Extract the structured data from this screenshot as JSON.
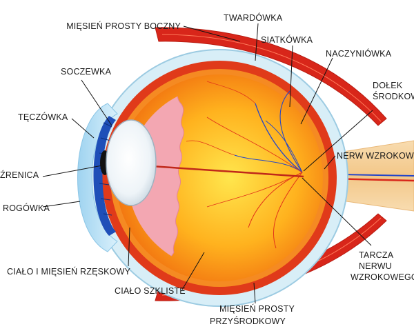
{
  "labels": {
    "lateral_rectus": "MIĘSIEŃ PROSTY BOCZNY",
    "sclera": "TWARDÓWKA",
    "retina": "SIATKÓWKA",
    "choroid": "NACZYNIÓWKA",
    "fovea_line1": "DOŁEK",
    "fovea_line2": "ŚRODKOWY",
    "lens": "SOCZEWKA",
    "iris": "TĘCZÓWKA",
    "pupil": "ŹRENICA",
    "cornea": "ROGÓWKA",
    "optic_nerve": "NERW WZROKOWY",
    "optic_disc_line1": "TARCZA",
    "optic_disc_line2": "NERWU",
    "optic_disc_line3": "WZROKOWEGO",
    "ciliary": "CIAŁO I MIĘSIEŃ RZĘSKOWY",
    "vitreous": "CIAŁO SZKLISTE",
    "medial_rectus_line1": "MIĘSIEŃ PROSTY",
    "medial_rectus_line2": "PRZYŚRODKOWY"
  },
  "colors": {
    "sclera": "#d8eef7",
    "choroid": "#e03a1a",
    "vitreous_center": "#ffe14a",
    "vitreous_edge": "#f07a10",
    "muscle": "#d8261a",
    "nerve": "#f6cf98",
    "iris": "#1f4fb8",
    "cornea": "#bfe4f6"
  }
}
